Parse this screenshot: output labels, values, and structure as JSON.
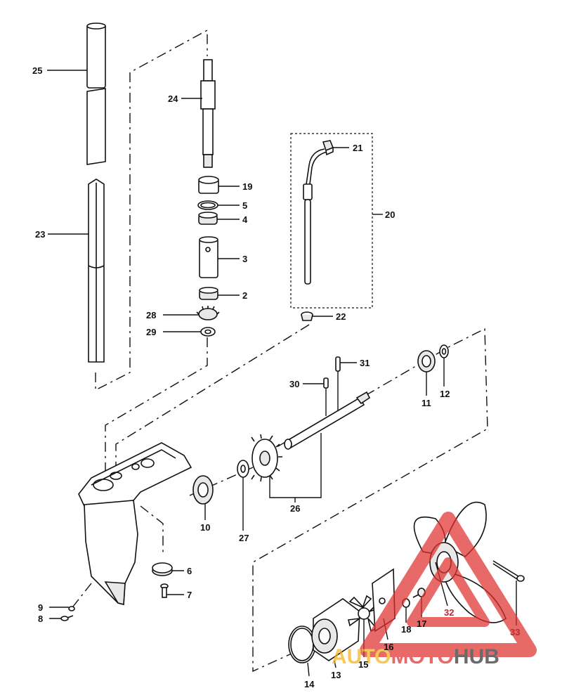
{
  "labels": {
    "p25": "25",
    "p24": "24",
    "p23": "23",
    "p21": "21",
    "p20": "20",
    "p19": "19",
    "p5": "5",
    "p4": "4",
    "p3": "3",
    "p2": "2",
    "p28": "28",
    "p29": "29",
    "p22": "22",
    "p31": "31",
    "p30": "30",
    "p11": "11",
    "p12": "12",
    "p26": "26",
    "p10": "10",
    "p27": "27",
    "p6": "6",
    "p7": "7",
    "p9": "9",
    "p8": "8",
    "p32": "32",
    "p33": "33",
    "p17": "17",
    "p18": "18",
    "p16": "16",
    "p15": "15",
    "p14": "14",
    "p13": "13"
  },
  "watermark": {
    "part1": "AUTO",
    "part2": "MOTO",
    "part3": "HUB",
    "colors": {
      "auto": "#f5b21b",
      "moto": "#e0312f",
      "hub": "#333333",
      "triangle": "#e0312f"
    }
  }
}
